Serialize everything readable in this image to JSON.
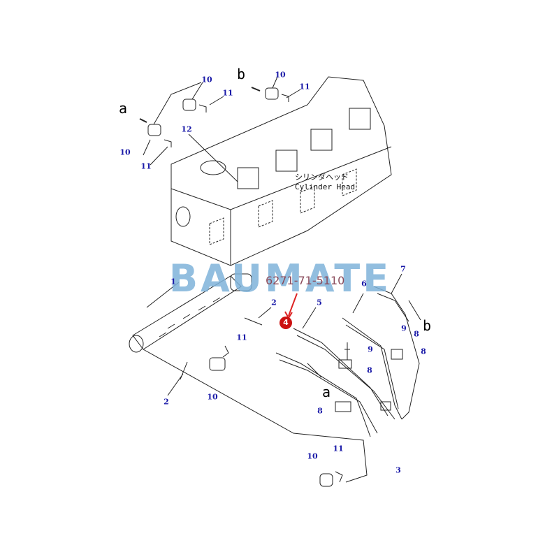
{
  "watermark": "BAUMATE",
  "part_number": "6271-71-5110",
  "highlight_item": "4",
  "cylinder_head_label": {
    "jp": "シリンダヘッド",
    "en": "Cylinder Head"
  },
  "callouts": [
    "10",
    "11",
    "a",
    "10",
    "11",
    "12",
    "b",
    "10",
    "11",
    "1",
    "2",
    "2",
    "11",
    "10",
    "5",
    "6",
    "7",
    "9",
    "8",
    "8",
    "a",
    "9",
    "8",
    "8",
    "b",
    "3",
    "10",
    "11"
  ],
  "colors": {
    "callout": "#1a1aa8",
    "watermark": "#7fb3da",
    "highlight": "#cc1111"
  }
}
